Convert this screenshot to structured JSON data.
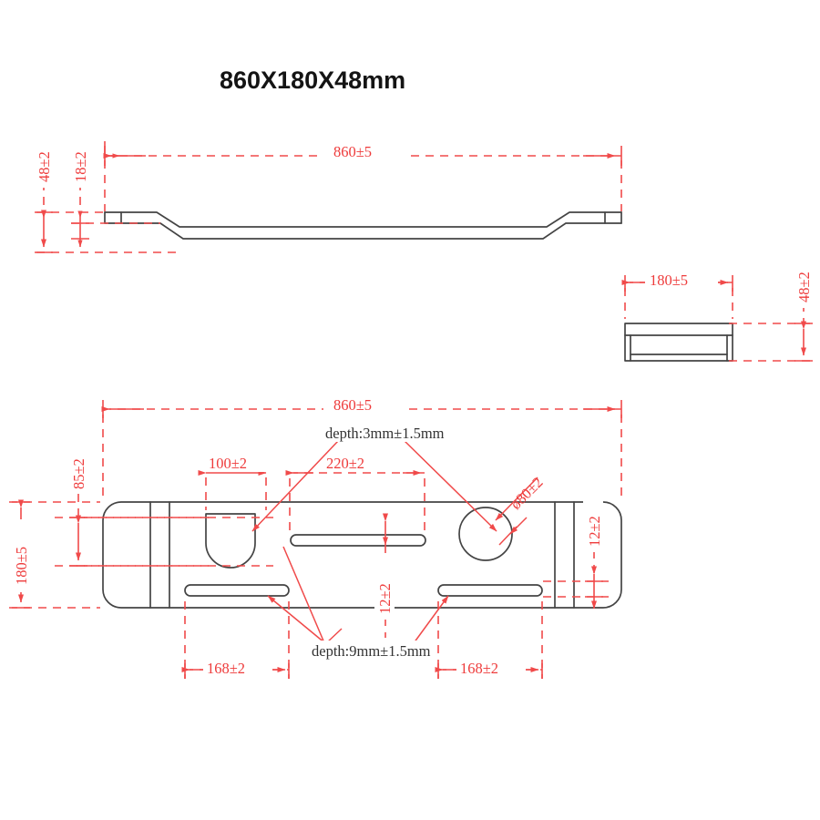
{
  "drawing": {
    "title": "860X180X48mm",
    "colors": {
      "dimension_red": "#f04a4a",
      "outline_gray": "#444444",
      "title_black": "#141414",
      "note_gray": "#333333",
      "background": "#ffffff"
    },
    "views": {
      "side_view": {
        "name": "side-elevation-view",
        "dimensions": {
          "overall_length": "860±5",
          "overall_height": "48±2",
          "web_height": "18±2"
        }
      },
      "end_view": {
        "name": "end-section-view",
        "dimensions": {
          "width": "180±5",
          "height": "48±2"
        }
      },
      "plan_view": {
        "name": "plan-top-view",
        "dimensions": {
          "overall_length": "860±5",
          "overall_width": "180±5",
          "inner_width": "85±2",
          "dshape_offset": "100±2",
          "slot_span": "220±2",
          "hole_diameter": "ø80±2",
          "slot_width_mid": "12±2",
          "slot_width_right": "12±2",
          "left_slot_length": "168±2",
          "right_slot_length": "168±2"
        },
        "notes": {
          "shallow_depth": "depth:3mm±1.5mm",
          "deep_depth": "depth:9mm±1.5mm"
        }
      }
    }
  }
}
